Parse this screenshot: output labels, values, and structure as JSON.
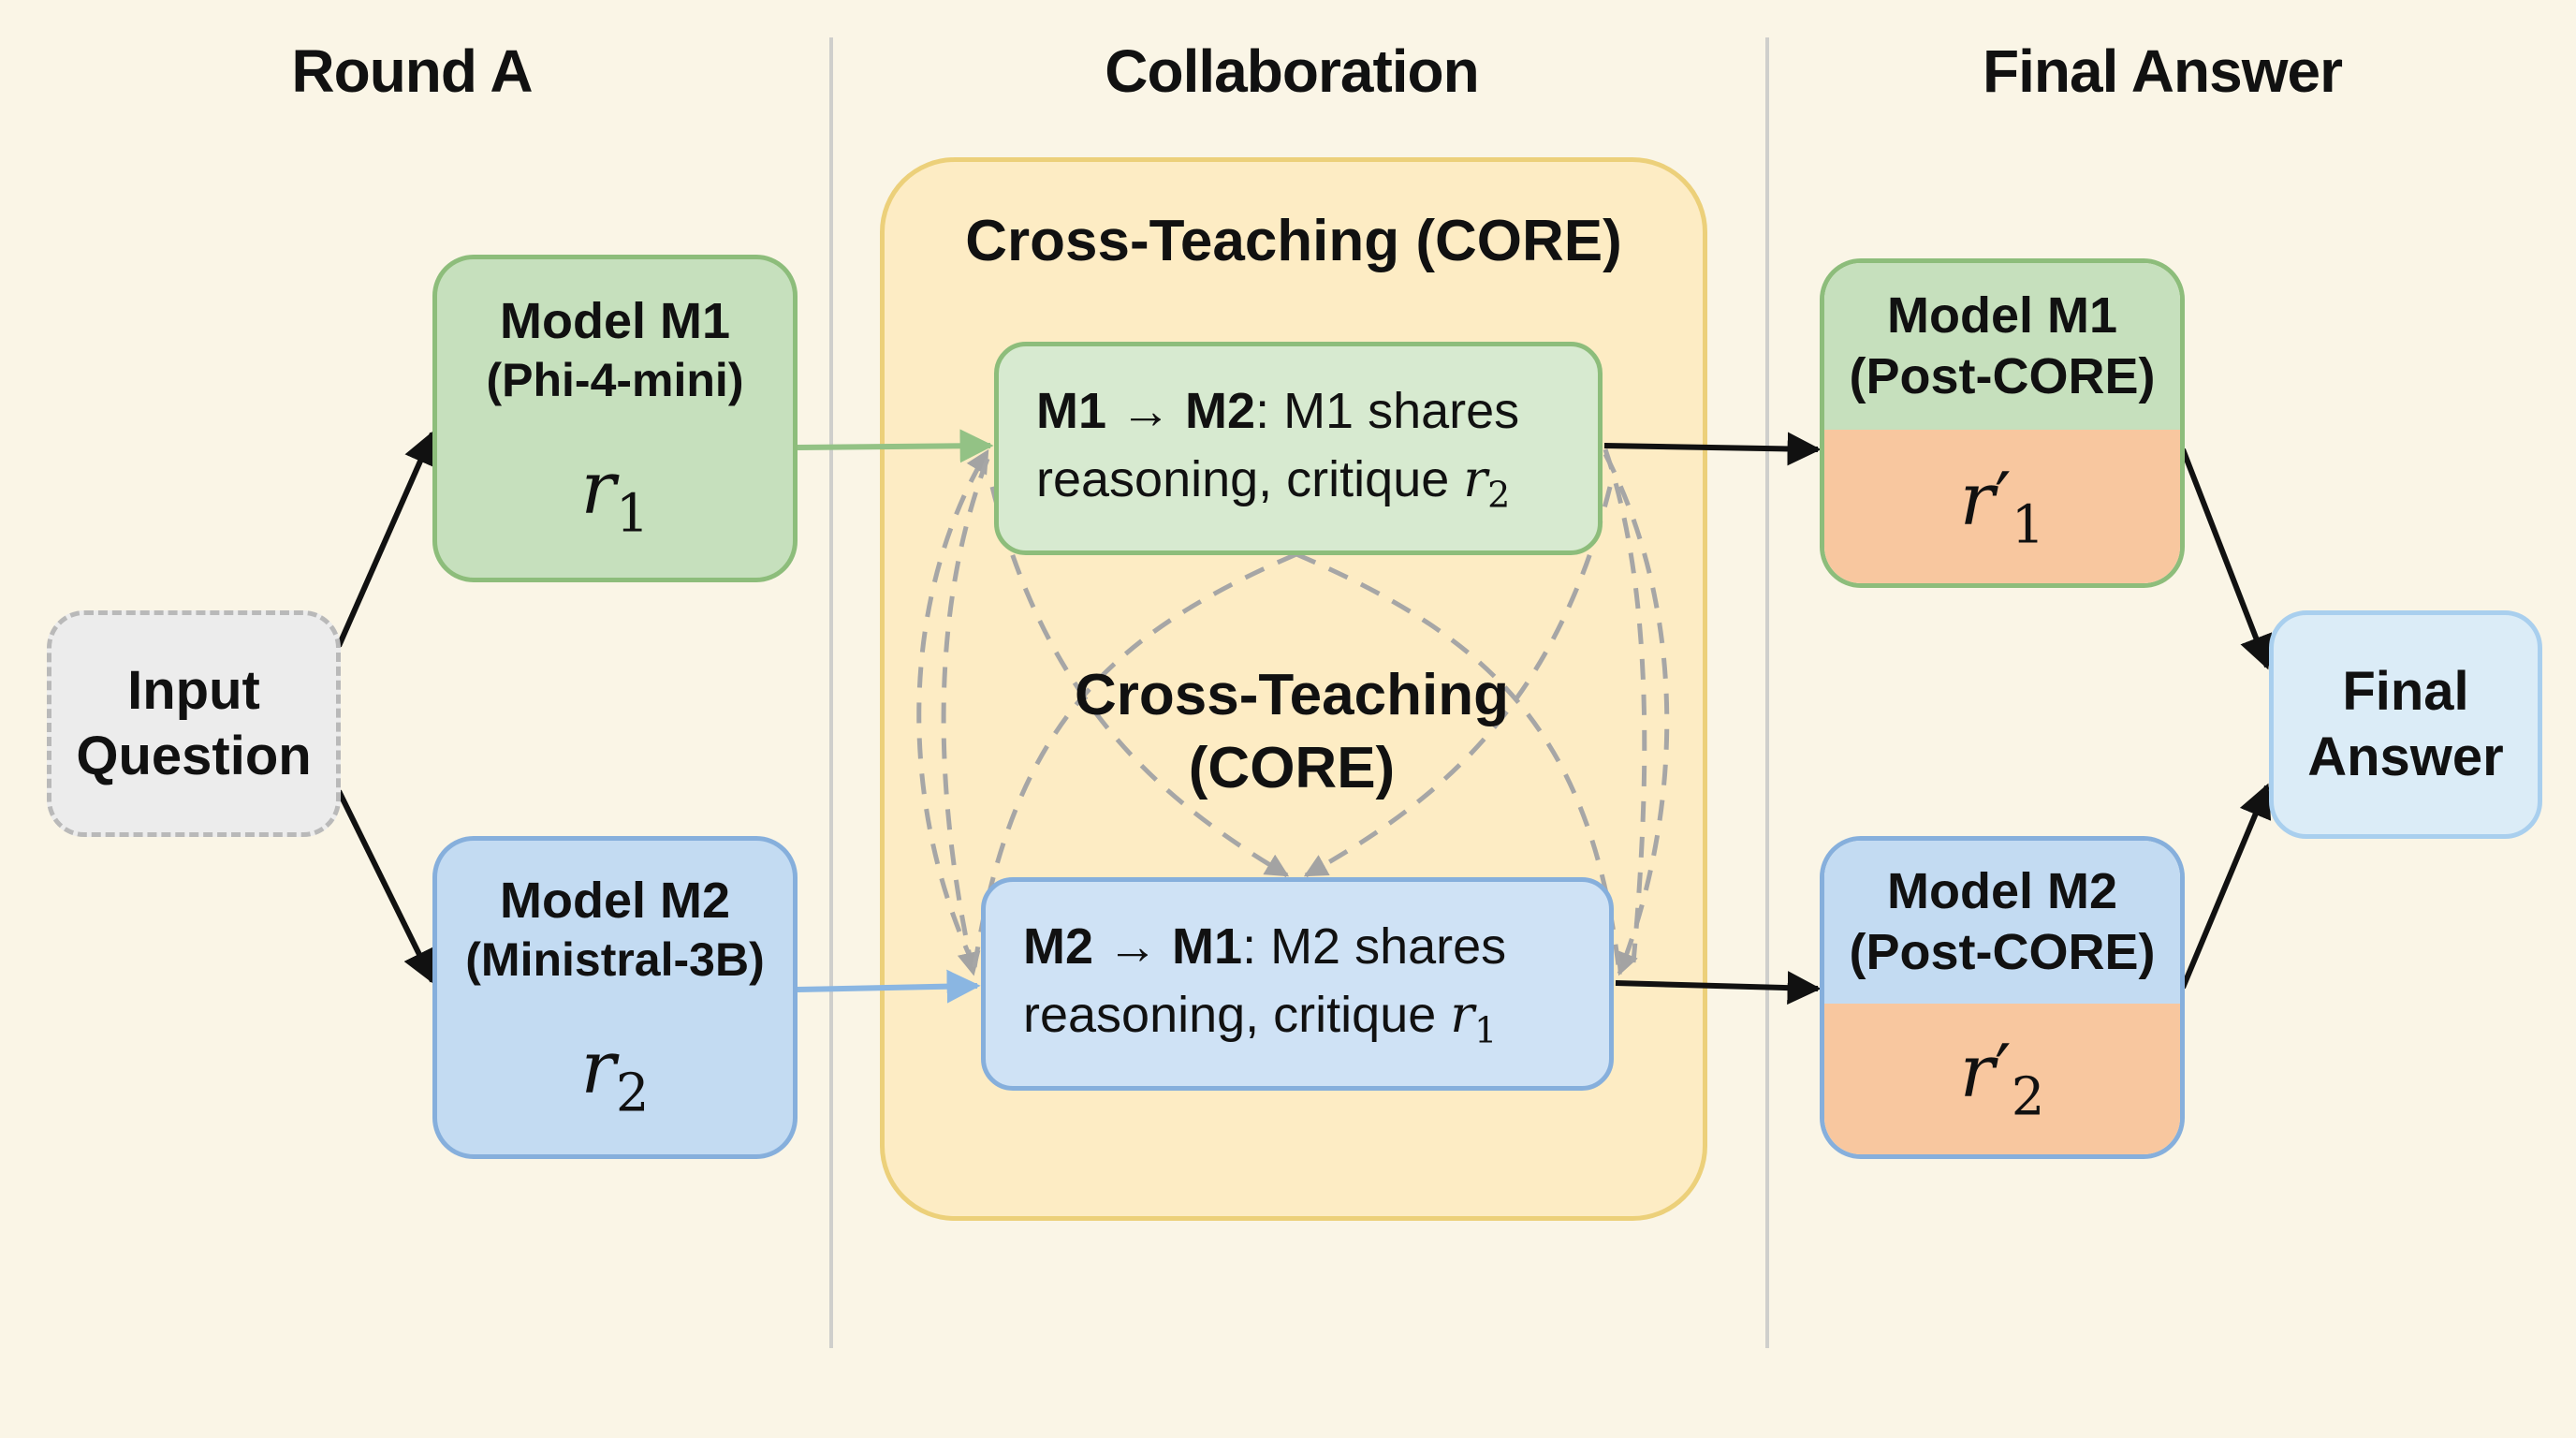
{
  "columns": {
    "round_a": "Round A",
    "collaboration": "Collaboration",
    "final_answer": "Final Answer"
  },
  "input": {
    "line1": "Input",
    "line2": "Question"
  },
  "round_a": {
    "m1": {
      "title": "Model M1",
      "subtitle": "(Phi-4-mini)",
      "var": "r",
      "sub": "1"
    },
    "m2": {
      "title": "Model M2",
      "subtitle": "(Ministral-3B)",
      "var": "r",
      "sub": "2"
    }
  },
  "core": {
    "title": "Cross-Teaching (CORE)",
    "center_line1": "Cross-Teaching",
    "center_line2": "(CORE)",
    "m1_to_m2": {
      "from": "M1",
      "arrow": "→",
      "to": "M2",
      "text1": ": M1 shares",
      "text2": "reasoning, critique ",
      "var": "r",
      "sub": "2"
    },
    "m2_to_m1": {
      "from": "M2",
      "arrow": "→",
      "to": "M1",
      "text1": ": M2 shares",
      "text2": "reasoning, critique ",
      "var": "r",
      "sub": "1"
    }
  },
  "post": {
    "m1": {
      "title": "Model M1",
      "subtitle": "(Post-CORE)",
      "var": "r",
      "prime": "′",
      "sub": "1"
    },
    "m2": {
      "title": "Model M2",
      "subtitle": "(Post-CORE)",
      "var": "r",
      "prime": "′",
      "sub": "2"
    }
  },
  "final": {
    "line1": "Final",
    "line2": "Answer"
  },
  "colors": {
    "background": "#faf5e6",
    "model1": "#c6e0bd",
    "model2": "#c3dbf2",
    "core_frame": "#fdecc4",
    "revised_output": "#f8c79f",
    "final": "#dbecf7"
  }
}
